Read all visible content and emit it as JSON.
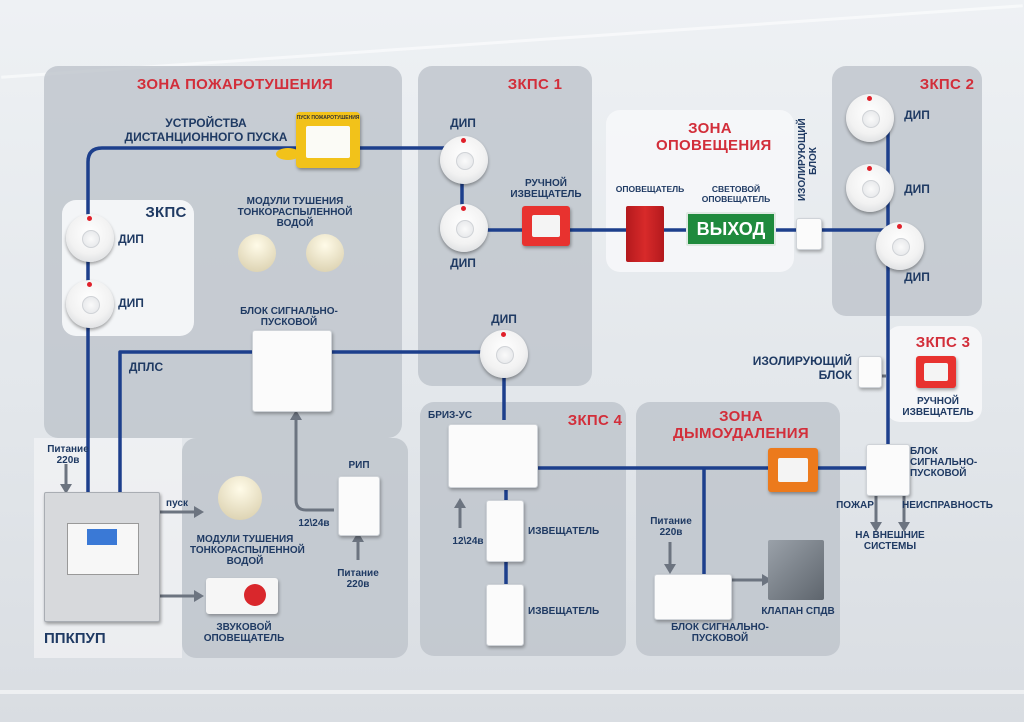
{
  "zones": {
    "fire": "ЗОНА ПОЖАРОТУШЕНИЯ",
    "zkps1": "ЗКПС 1",
    "zkps2": "ЗКПС 2",
    "zkps3": "ЗКПС 3",
    "zkps4": "ЗКПС 4",
    "zkps": "ЗКПС",
    "alert": "ЗОНА ОПОВЕЩЕНИЯ",
    "smoke": "ЗОНА ДЫМОУДАЛЕНИЯ"
  },
  "labels": {
    "remote_start": "УСТРОЙСТВА ДИСТАНЦИОННОГО ПУСКА",
    "remote_start_device": "ПУСК ПОЖАРОТУШЕНИЯ",
    "dip": "ДИП",
    "modules_water_top": "МОДУЛИ ТУШЕНИЯ ТОНКОРАСПЫЛЕННОЙ ВОДОЙ",
    "modules_water_bottom": "МОДУЛИ ТУШЕНИЯ ТОНКОРАСПЫЛЕННОЙ ВОДОЙ",
    "signal_block_1": "БЛОК СИГНАЛЬНО-ПУСКОВОЙ",
    "signal_block_2": "БЛОК СИГНАЛЬНО-ПУСКОВОЙ",
    "signal_block_3": "БЛОК СИГНАЛЬНО-ПУСКОВОЙ",
    "dpls": "ДПЛС",
    "manual_det_1": "РУЧНОЙ ИЗВЕЩАТЕЛЬ",
    "manual_det_2": "РУЧНОЙ ИЗВЕЩАТЕЛЬ",
    "annunciator": "ОПОВЕЩАТЕЛЬ",
    "light_annunciator": "СВЕТОВОЙ ОПОВЕЩАТЕЛЬ",
    "exit_sign": "ВЫХОД",
    "isolating_block_v": "ИЗОЛИРУЮЩИЙ БЛОК",
    "isolating_block": "ИЗОЛИРУЮЩИЙ БЛОК",
    "power_220_1": "Питание 220в",
    "power_220_2": "Питание 220в",
    "power_220_3": "Питание 220в",
    "pusk": "пуск",
    "rip": "РИП",
    "v12_24_1": "12\\24в",
    "v12_24_2": "12\\24в",
    "sound_annunciator": "ЗВУКОВОЙ ОПОВЕЩАТЕЛЬ",
    "ppkpup": "ППКПУП",
    "briz": "БРИЗ-УС",
    "detector_1": "ИЗВЕЩАТЕЛЬ",
    "detector_2": "ИЗВЕЩАТЕЛЬ",
    "klapan": "КЛАПАН СПДВ",
    "fire_out": "ПОЖАР",
    "fault_out": "НЕИСПРАВНОСТЬ",
    "external": "НА ВНЕШНИЕ СИСТЕМЫ"
  },
  "colors": {
    "wire": "#1d3f8c",
    "zone_title": "#d22e3a",
    "label": "#1f3a63",
    "exit_green": "#1f8a3d"
  }
}
